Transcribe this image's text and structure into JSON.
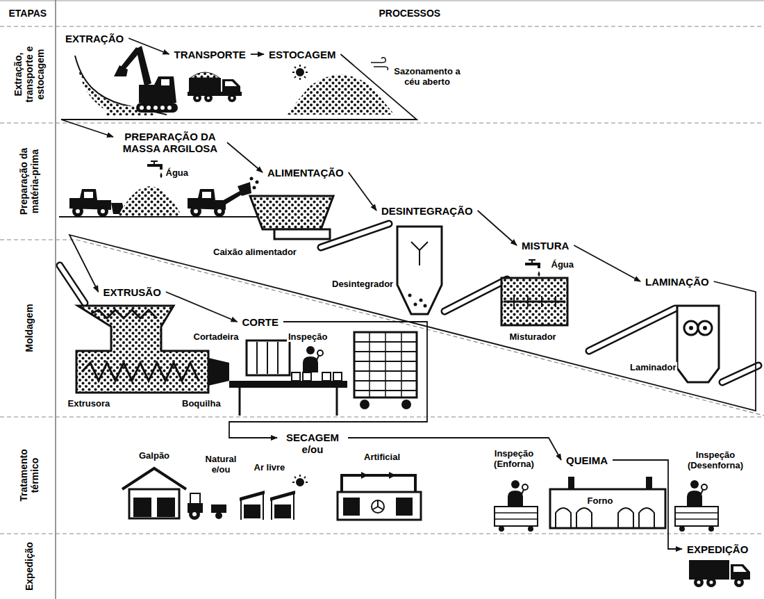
{
  "diagram": {
    "nodes": [
      {
        "text": [
          "Extração, transporte e estocagem"
        ]
      },
      {
        "text": [
          "EXTRAÇÃO"
        ],
        "in": 0
      },
      {
        "text": [
          "TRANSPORTE"
        ],
        "in": 0
      },
      {
        "text": [
          "ESTOCAGEM"
        ],
        "in": 0
      },
      {
        "text": [
          "Preparação da matéria-prima"
        ]
      },
      {
        "text": [
          "PREPARAÇÃO DA MASSA ARGILOSA"
        ],
        "in": 4
      },
      {
        "text": [
          "ALIMENTAÇÃO"
        ],
        "in": 4
      },
      {
        "text": [
          "DESINTEGRAÇÃO"
        ],
        "in": 4
      },
      {
        "text": [
          "MISTURA"
        ],
        "in": 4
      },
      {
        "text": [
          "LAMINAÇÃO"
        ],
        "in": 4
      },
      {
        "text": [
          "Moldagem"
        ]
      },
      {
        "text": [
          "EXTRUSÃO"
        ],
        "in": 10
      },
      {
        "text": [
          "CORTE"
        ],
        "in": 10
      },
      {
        "text": [
          "Tratamento térmico"
        ]
      },
      {
        "text": [
          "SECAGEM e/ou"
        ],
        "in": 13
      },
      {
        "text": [
          "QUEIMA"
        ],
        "in": 13
      },
      {
        "text": [
          "Expedição"
        ]
      },
      {
        "text": [
          "EXPEDIÇÃO"
        ],
        "in": 16
      }
    ],
    "edges": [
      {
        "from": 1,
        "to": 2,
        "arrow": "to"
      },
      {
        "from": 2,
        "to": 3,
        "arrow": "to"
      },
      {
        "from": 3,
        "to": 5,
        "arrow": "to"
      },
      {
        "from": 5,
        "to": 6,
        "arrow": "to"
      },
      {
        "from": 6,
        "to": 7,
        "arrow": "to"
      },
      {
        "from": 7,
        "to": 8,
        "arrow": "to"
      },
      {
        "from": 8,
        "to": 9,
        "arrow": "to"
      },
      {
        "from": 9,
        "to": 11,
        "arrow": "to"
      },
      {
        "from": 11,
        "to": 12,
        "arrow": "to"
      },
      {
        "from": 12,
        "to": 14,
        "arrow": "to"
      },
      {
        "from": 14,
        "to": 15,
        "arrow": "to"
      },
      {
        "from": 15,
        "to": 17,
        "arrow": "to"
      }
    ],
    "labels": [
      "ETAPAS",
      "PROCESSOS",
      "Sazonamento a céu aberto",
      "Água",
      "Caixão alimentador",
      "Desintegrador",
      "Água",
      "Misturador",
      "Laminador",
      "Cortadeira",
      "Inspeção",
      "Extrusora",
      "Boquilha",
      "Galpão",
      "Natural e/ou",
      "Ar livre",
      "Artificial",
      "Inspeção (Enforna)",
      "Forno",
      "Inspeção (Desenforna)"
    ]
  }
}
